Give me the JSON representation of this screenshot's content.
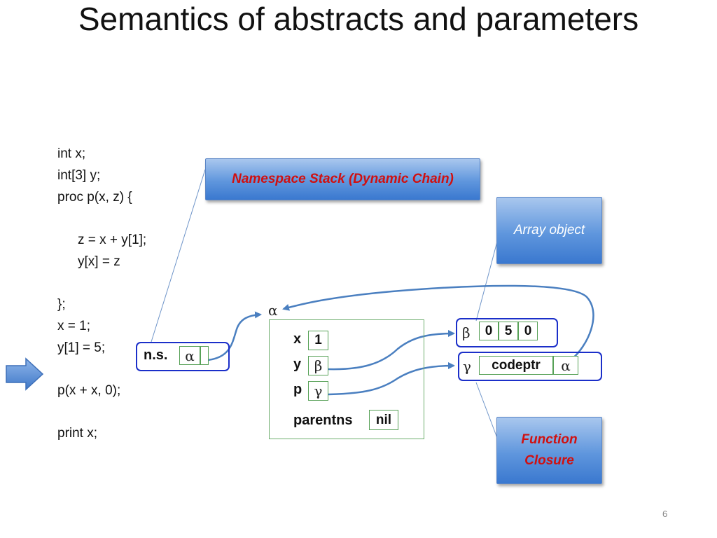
{
  "title": "Semantics of abstracts and parameters",
  "code_lines": [
    "int x;",
    "int[3] y;",
    "proc p(x, z) {",
    "",
    "z = x + y[1];",
    "y[x] = z",
    "",
    "};",
    "x = 1;",
    "y[1] = 5;",
    "",
    "p(x + x, 0);",
    "",
    "print x;"
  ],
  "callouts": {
    "namespace": "Namespace Stack (Dynamic Chain)",
    "array": "Array object",
    "closure_line1": "Function",
    "closure_line2": "Closure"
  },
  "ns_box": {
    "label": "n.s.",
    "value": "α"
  },
  "frame": {
    "handle": "α",
    "rows": [
      {
        "name": "x",
        "value": "1"
      },
      {
        "name": "y",
        "value": "β"
      },
      {
        "name": "p",
        "value": "γ"
      },
      {
        "name": "parentns",
        "value": "nil"
      }
    ]
  },
  "array_object": {
    "handle": "β",
    "values": [
      "0",
      "5",
      "0"
    ]
  },
  "closure": {
    "handle": "γ",
    "code": "codeptr",
    "env": "α"
  },
  "colors": {
    "callout_fill": "#5f96dd",
    "callout_red_text": "#d01010",
    "box_outline": "#1b2fc9",
    "cell_outline": "#57a157",
    "arrow": "#4a7fc0"
  },
  "page_number": "6"
}
